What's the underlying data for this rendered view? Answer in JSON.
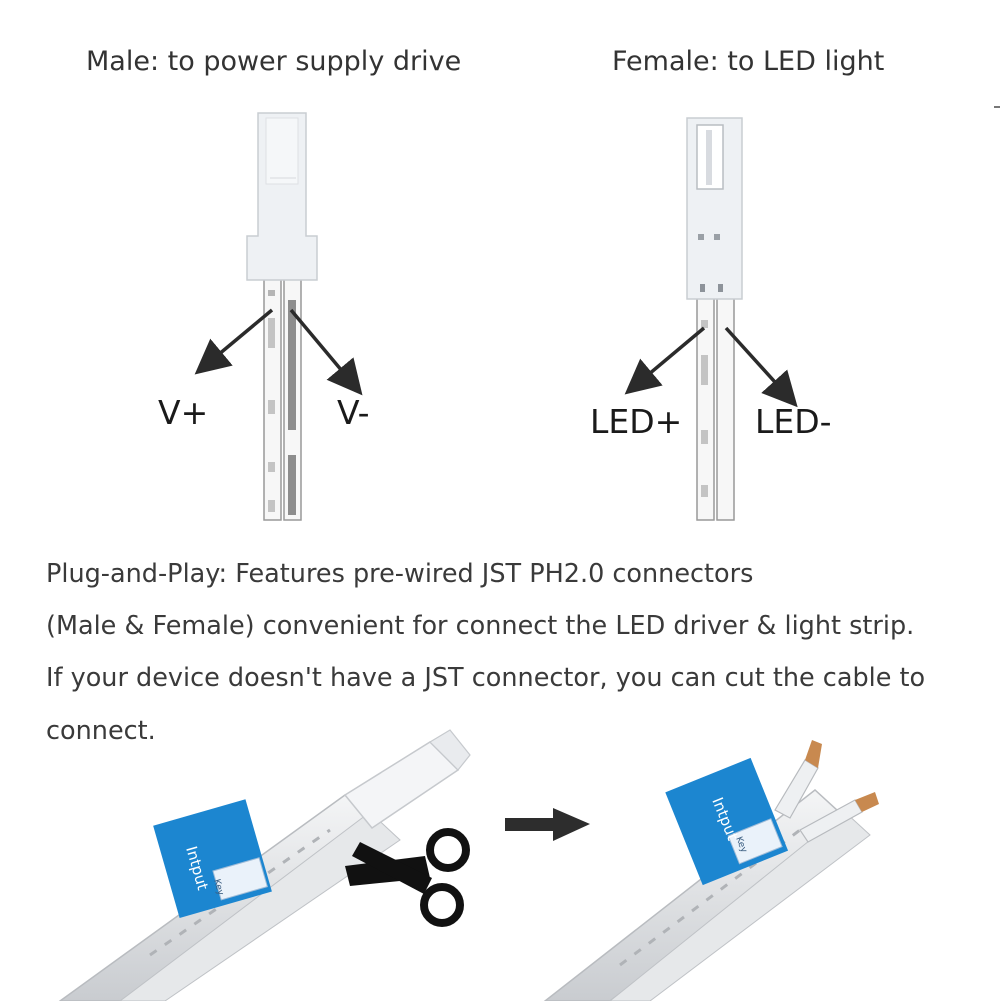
{
  "diagram": {
    "male_caption": "Male: to power supply drive",
    "female_caption": "Female: to LED light",
    "male_left_label": "V+",
    "male_right_label": "V-",
    "female_left_label": "LED+",
    "female_right_label": "LED-"
  },
  "description": {
    "lines": [
      "Plug-and-Play: Features pre-wired JST PH2.0 connectors",
      "(Male & Female) convenient for connect the LED driver & light strip.",
      "If your device doesn't have a JST connector, you can cut the cable to",
      "connect."
    ]
  },
  "photos": {
    "tag_text": "Intput",
    "tag_subtext": "Key"
  },
  "colors": {
    "tag_blue": "#1c86d0",
    "connector_white": "#eef1f4",
    "arrow_dark": "#2b2b2b"
  }
}
